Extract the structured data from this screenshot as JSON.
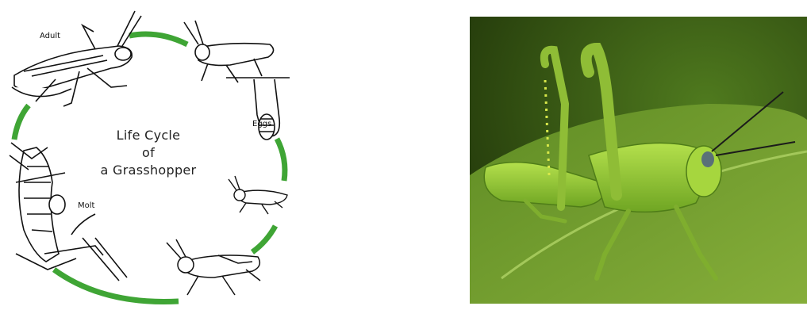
{
  "diagram": {
    "title_lines": [
      "Life Cycle",
      "of",
      "a Grasshopper"
    ],
    "stages": {
      "adult": "Adult",
      "eggs": "Eggs",
      "molt": "Molt"
    },
    "colors": {
      "cycle_arrow": "#3fa535",
      "outline": "#111111"
    },
    "icons": [
      "adult-grasshopper-icon",
      "egg-laying-grasshopper-icon",
      "egg-pod-icon",
      "nymph-icon",
      "nymph-large-icon",
      "molting-grasshopper-icon"
    ]
  },
  "photo": {
    "subject": "green-grasshopper-on-leaf",
    "colors": {
      "background": "#2e4a14",
      "leaf": "#6f9a2a",
      "body": "#8cc63a"
    }
  }
}
